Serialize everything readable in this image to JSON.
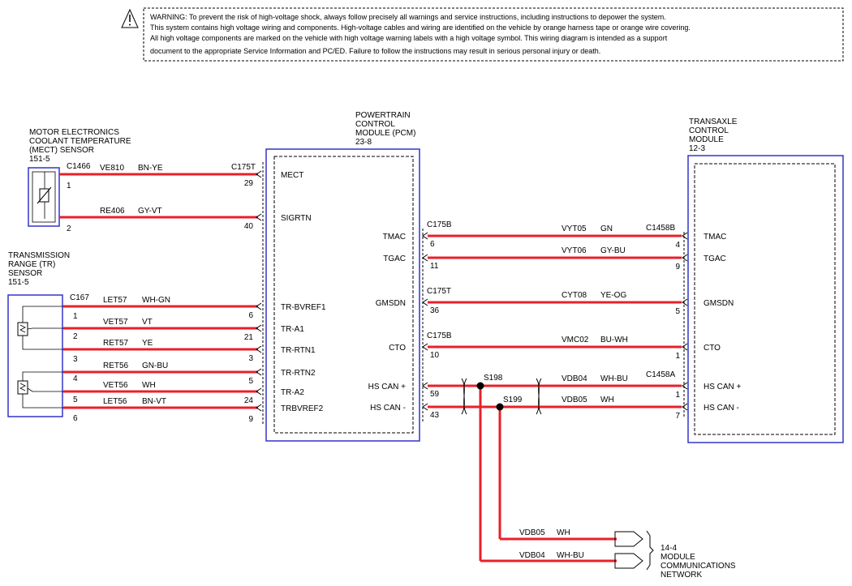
{
  "warning": {
    "lines": [
      "WARNING: To prevent the risk of high-voltage shock, always follow precisely all warnings and service instructions, including instructions to depower the system.",
      "This system contains high voltage wiring and components. High-voltage cables and wiring are identified on the vehicle by orange harness tape or orange wire covering.",
      "All high voltage components are marked on the vehicle with high voltage warning labels with a high voltage symbol. This wiring diagram is intended as a support",
      "document to the appropriate Service Information and PC/ED.  Failure to follow the instructions may result in serious personal injury or death."
    ]
  },
  "mect": {
    "title": [
      "MOTOR ELECTRONICS",
      "COOLANT TEMPERATURE",
      "(MECT) SENSOR"
    ],
    "ref": "151-5",
    "connector": "C1466",
    "pins": [
      "1",
      "2"
    ]
  },
  "tr": {
    "title": [
      "TRANSMISSION",
      "RANGE (TR)",
      "SENSOR"
    ],
    "ref": "151-5",
    "connector": "C167",
    "pins": [
      "1",
      "2",
      "3",
      "4",
      "5",
      "6"
    ]
  },
  "pcm": {
    "title": [
      "POWERTRAIN",
      "CONTROL",
      "MODULE (PCM)"
    ],
    "ref": "23-8",
    "left_connector": "C175T",
    "left_pins": [
      {
        "name": "MECT",
        "pin": "29"
      },
      {
        "name": "SIGRTN",
        "pin": "40"
      },
      {
        "name": "TR-BVREF1",
        "pin": "6"
      },
      {
        "name": "TR-A1",
        "pin": "21"
      },
      {
        "name": "TR-RTN1",
        "pin": "3"
      },
      {
        "name": "TR-RTN2",
        "pin": "5"
      },
      {
        "name": "TR-A2",
        "pin": "24"
      },
      {
        "name": "TRBVREF2",
        "pin": "9"
      }
    ],
    "right_pins": [
      {
        "name": "TMAC",
        "pin": "6",
        "connector": "C175B"
      },
      {
        "name": "TGAC",
        "pin": "11",
        "connector": ""
      },
      {
        "name": "GMSDN",
        "pin": "36",
        "connector": "C175T"
      },
      {
        "name": "CTO",
        "pin": "10",
        "connector": "C175B"
      },
      {
        "name": "HS CAN +",
        "pin": "59",
        "connector": ""
      },
      {
        "name": "HS CAN -",
        "pin": "43",
        "connector": ""
      }
    ]
  },
  "tcm": {
    "title": [
      "TRANSAXLE",
      "CONTROL",
      "MODULE"
    ],
    "ref": "12-3",
    "pins": [
      {
        "name": "TMAC",
        "pin": "4",
        "connector": "C1458B"
      },
      {
        "name": "TGAC",
        "pin": "9",
        "connector": ""
      },
      {
        "name": "GMSDN",
        "pin": "5",
        "connector": ""
      },
      {
        "name": "CTO",
        "pin": "1",
        "connector": ""
      },
      {
        "name": "HS CAN +",
        "pin": "1",
        "connector": "C1458A"
      },
      {
        "name": "HS CAN -",
        "pin": "7",
        "connector": ""
      }
    ]
  },
  "left_wires": [
    {
      "circuit": "VE810",
      "color": "BN-YE"
    },
    {
      "circuit": "RE406",
      "color": "GY-VT"
    },
    {
      "circuit": "LET57",
      "color": "WH-GN"
    },
    {
      "circuit": "VET57",
      "color": "VT"
    },
    {
      "circuit": "RET57",
      "color": "YE"
    },
    {
      "circuit": "RET56",
      "color": "GN-BU"
    },
    {
      "circuit": "VET56",
      "color": "WH"
    },
    {
      "circuit": "LET56",
      "color": "BN-VT"
    }
  ],
  "right_wires": [
    {
      "circuit": "VYT05",
      "color": "GN"
    },
    {
      "circuit": "VYT06",
      "color": "GY-BU"
    },
    {
      "circuit": "CYT08",
      "color": "YE-OG"
    },
    {
      "circuit": "VMC02",
      "color": "BU-WH"
    },
    {
      "circuit": "VDB04",
      "color": "WH-BU"
    },
    {
      "circuit": "VDB05",
      "color": "WH"
    }
  ],
  "splices": [
    "S198",
    "S199"
  ],
  "network_wires": [
    {
      "circuit": "VDB05",
      "color": "WH"
    },
    {
      "circuit": "VDB04",
      "color": "WH-BU"
    }
  ],
  "network": {
    "ref": "14-4",
    "label": [
      "MODULE",
      "COMMUNICATIONS",
      "NETWORK"
    ]
  },
  "colors": {
    "wire": "#e8202a",
    "module": "#3333cc",
    "line": "#000000"
  }
}
